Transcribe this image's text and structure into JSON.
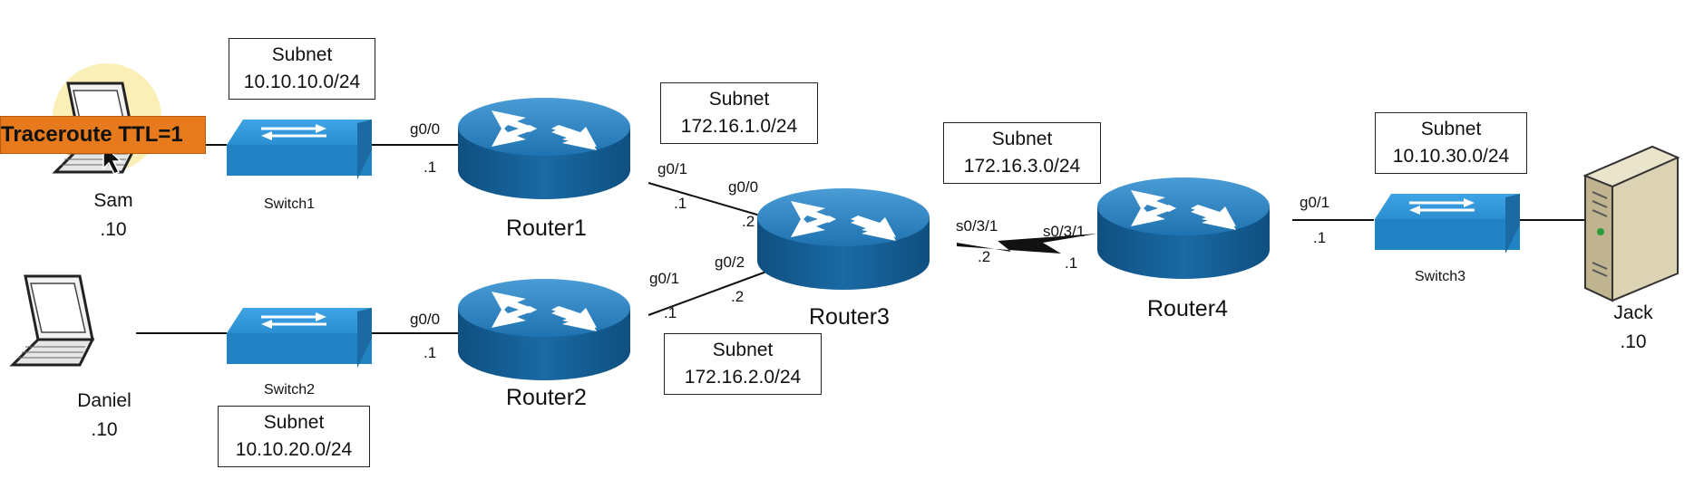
{
  "colors": {
    "router": "#1d6fa8",
    "switch": "#2a8ed0",
    "trace_bg": "#e87a1e",
    "cursor_halo": "#f6e27a"
  },
  "overlay": {
    "trace_label": "Traceroute TTL=1"
  },
  "subnets": {
    "s1": {
      "title": "Subnet",
      "cidr": "10.10.10.0/24"
    },
    "s2": {
      "title": "Subnet",
      "cidr": "10.10.20.0/24"
    },
    "s3": {
      "title": "Subnet",
      "cidr": "10.10.30.0/24"
    },
    "r1r3": {
      "title": "Subnet",
      "cidr": "172.16.1.0/24"
    },
    "r2r3": {
      "title": "Subnet",
      "cidr": "172.16.2.0/24"
    },
    "r3r4": {
      "title": "Subnet",
      "cidr": "172.16.3.0/24"
    }
  },
  "hosts": {
    "sam": {
      "name": "Sam",
      "ip": ".10"
    },
    "daniel": {
      "name": "Daniel",
      "ip": ".10"
    },
    "jack": {
      "name": "Jack",
      "ip": ".10"
    }
  },
  "switches": {
    "sw1": "Switch1",
    "sw2": "Switch2",
    "sw3": "Switch3"
  },
  "routers": {
    "r1": "Router1",
    "r2": "Router2",
    "r3": "Router3",
    "r4": "Router4"
  },
  "interfaces": {
    "r1_g00": "g0/0",
    "r1_g00_ip": ".1",
    "r1_g01": "g0/1",
    "r1_g01_ip": ".1",
    "r2_g00": "g0/0",
    "r2_g00_ip": ".1",
    "r2_g01": "g0/1",
    "r2_g01_ip": ".1",
    "r3_g00": "g0/0",
    "r3_g00_ip": ".2",
    "r3_g02": "g0/2",
    "r3_g02_ip": ".2",
    "r3_s031": "s0/3/1",
    "r3_s031_ip": ".2",
    "r4_s031": "s0/3/1",
    "r4_s031_ip": ".1",
    "r4_g01": "g0/1",
    "r4_g01_ip": ".1"
  }
}
